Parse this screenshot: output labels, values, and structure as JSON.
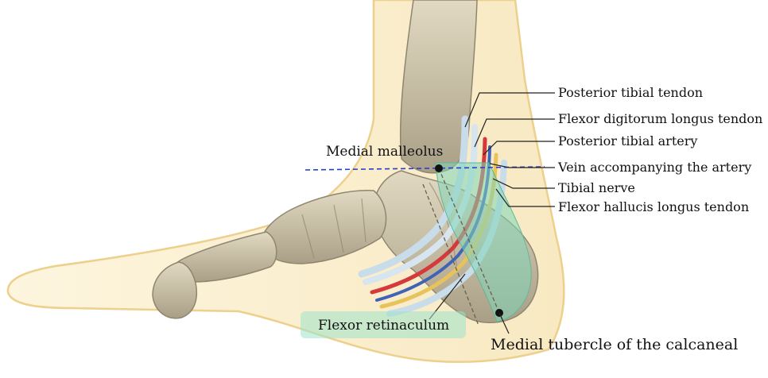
{
  "labels": {
    "posterior_tibial_tendon": "Posterior tibial tendon",
    "flexor_digitorum_longus_tendon": "Flexor digitorum longus tendon",
    "posterior_tibial_artery": "Posterior tibial artery",
    "vein_accompanying_artery": "Vein accompanying the artery",
    "tibial_nerve": "Tibial nerve",
    "flexor_hallucis_longus_tendon": "Flexor hallucis longus tendon",
    "medial_malleolus": "Medial malleolus",
    "flexor_retinaculum": "Flexor retinaculum",
    "medial_tubercle": "Medial tubercle of the calcaneal"
  },
  "colors": {
    "skin": "#fbf0d2",
    "skin_edge": "#ecd08c",
    "bone": "#cdc3ab",
    "bone_dark": "#8f8670",
    "retinaculum": "#7fd6b8",
    "tendon": "#c9dcea",
    "artery": "#d43a3a",
    "vein": "#3f63b5",
    "nerve": "#e8c25a",
    "reference_line": "#2a3fc8"
  }
}
